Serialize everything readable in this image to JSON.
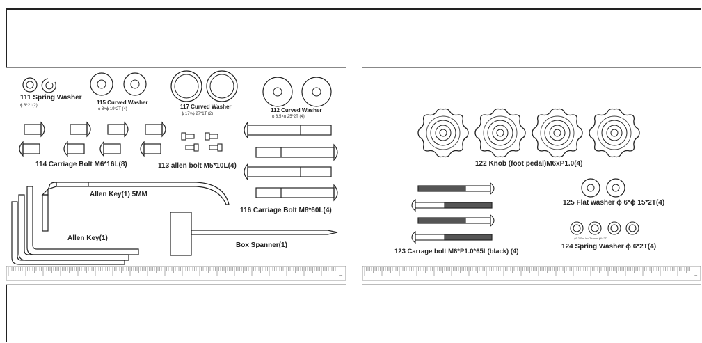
{
  "parts": {
    "p111": {
      "name": "111 Spring Washer",
      "spec": "ϕ 8*21(2)"
    },
    "p115": {
      "name": "115 Curved Washer",
      "spec": "ϕ 8×ϕ 19*2T  (4)"
    },
    "p117": {
      "name": "117 Curved Washer",
      "spec": "ϕ 17×ϕ 27*1T  (2)"
    },
    "p112": {
      "name": "112 Curved Washer",
      "spec": "ϕ 8.5×ϕ 25*2T  (4)"
    },
    "p114": {
      "name": "114 Carriage Bolt  M6*16L(8)"
    },
    "p113": {
      "name": "113 allen bolt   M5*10L(4)"
    },
    "p116": {
      "name": "116 Carriage Bolt   M8*60L(4)"
    },
    "allen5": {
      "name": "Allen Key(1) 5MM"
    },
    "allen": {
      "name": "Allen Key(1)"
    },
    "spanner": {
      "name": "Box Spanner(1)"
    },
    "p122": {
      "name": "122 Knob (foot pedal)M6xP1.0(4)"
    },
    "p125": {
      "name": "125 Flat washer   ϕ 6*ϕ 15*2T(4)"
    },
    "p123": {
      "name": "123 Carrage bolt M6*P1.0*65L(black) (4)"
    },
    "p124": {
      "name": "124 Spring Washer  ϕ 6*2T(4)",
      "tiny": "ϕ6.2  Sm.lnc Tinmer    ϕ6×2T"
    }
  },
  "ruler_end": "cm",
  "colors": {
    "line": "#222222",
    "frame": "#222222",
    "ruler": "#c8c8c8"
  }
}
